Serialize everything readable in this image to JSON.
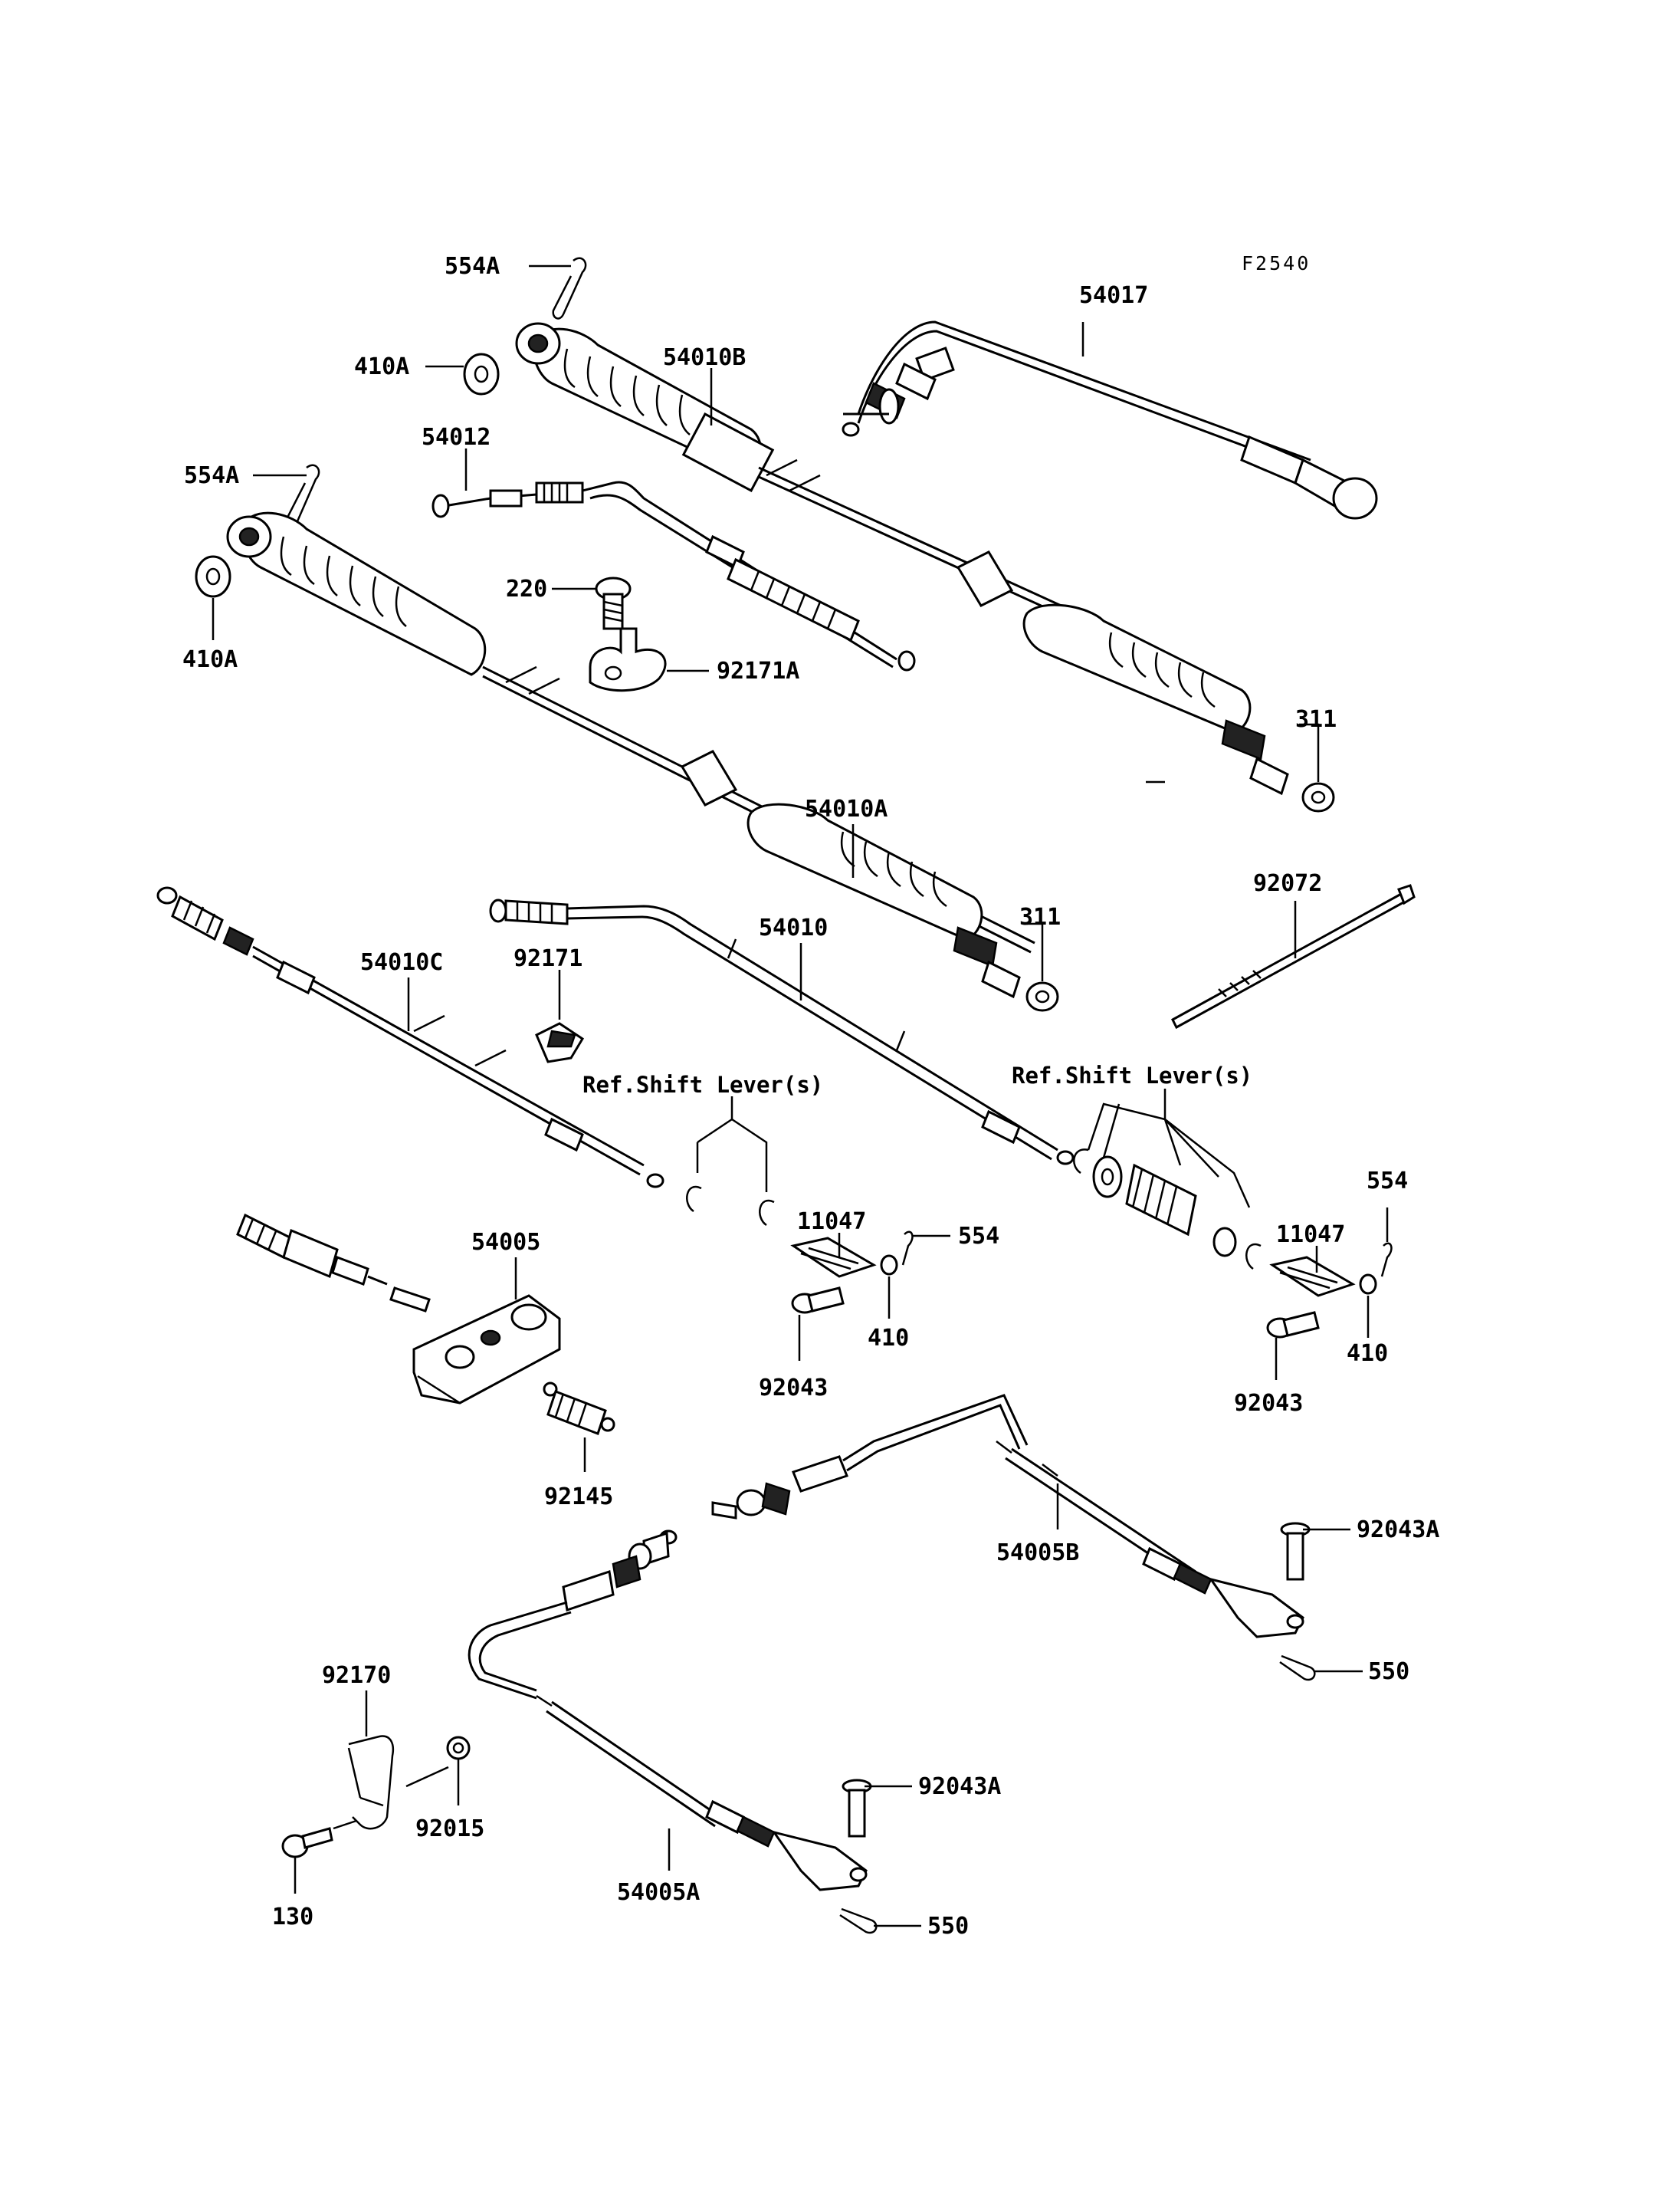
{
  "figure_code": "F2540",
  "callouts": [
    {
      "id": "c-554A-top",
      "text": "554A"
    },
    {
      "id": "c-410A-top",
      "text": "410A"
    },
    {
      "id": "c-54010B",
      "text": "54010B"
    },
    {
      "id": "c-54017",
      "text": "54017"
    },
    {
      "id": "c-54012",
      "text": "54012"
    },
    {
      "id": "c-554A-mid",
      "text": "554A"
    },
    {
      "id": "c-410A-bot",
      "text": "410A"
    },
    {
      "id": "c-220",
      "text": "220"
    },
    {
      "id": "c-92171A",
      "text": "92171A"
    },
    {
      "id": "c-311-top",
      "text": "311"
    },
    {
      "id": "c-54010A",
      "text": "54010A"
    },
    {
      "id": "c-92072",
      "text": "92072"
    },
    {
      "id": "c-311-bot",
      "text": "311"
    },
    {
      "id": "c-54010C",
      "text": "54010C"
    },
    {
      "id": "c-92171",
      "text": "92171"
    },
    {
      "id": "c-54010",
      "text": "54010"
    },
    {
      "id": "c-ref-left",
      "text": "Ref.Shift Lever(s)"
    },
    {
      "id": "c-ref-right",
      "text": "Ref.Shift Lever(s)"
    },
    {
      "id": "c-11047-left",
      "text": "11047"
    },
    {
      "id": "c-554-left",
      "text": "554"
    },
    {
      "id": "c-410-left",
      "text": "410"
    },
    {
      "id": "c-92043-left",
      "text": "92043"
    },
    {
      "id": "c-11047-right",
      "text": "11047"
    },
    {
      "id": "c-554-right",
      "text": "554"
    },
    {
      "id": "c-410-right",
      "text": "410"
    },
    {
      "id": "c-92043-right",
      "text": "92043"
    },
    {
      "id": "c-54005",
      "text": "54005"
    },
    {
      "id": "c-92145",
      "text": "92145"
    },
    {
      "id": "c-54005B",
      "text": "54005B"
    },
    {
      "id": "c-92043A-top",
      "text": "92043A"
    },
    {
      "id": "c-550-top",
      "text": "550"
    },
    {
      "id": "c-92170",
      "text": "92170"
    },
    {
      "id": "c-92015",
      "text": "92015"
    },
    {
      "id": "c-130",
      "text": "130"
    },
    {
      "id": "c-54005A",
      "text": "54005A"
    },
    {
      "id": "c-92043A-bot",
      "text": "92043A"
    },
    {
      "id": "c-550-bot",
      "text": "550"
    }
  ]
}
